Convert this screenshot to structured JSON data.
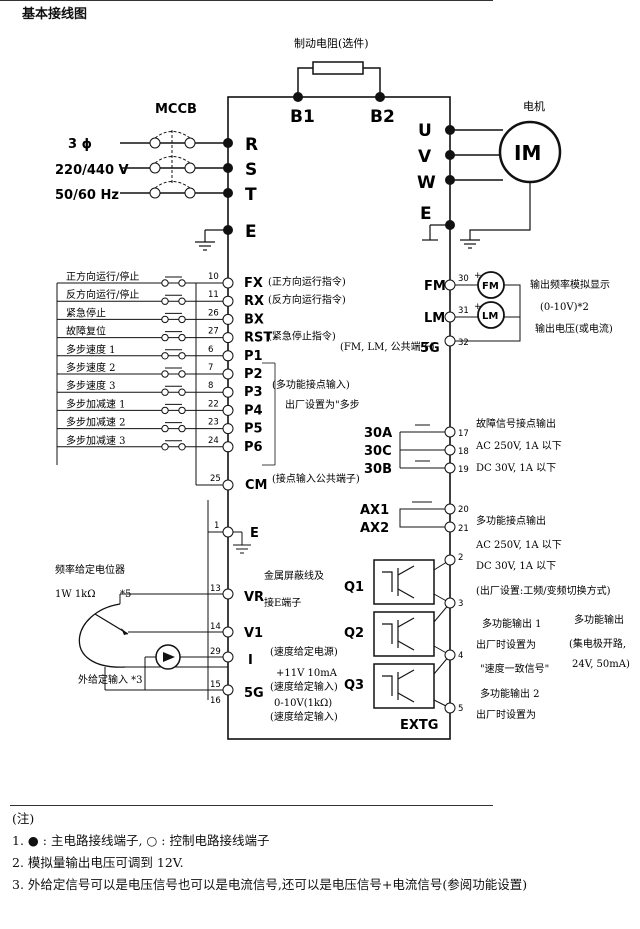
{
  "header": {
    "title": "基本接线图"
  },
  "brake_resistor": {
    "label": "制动电阻(选件)",
    "b1": "B1",
    "b2": "B2"
  },
  "motor": {
    "label": "电机",
    "name": "IM",
    "terminals": [
      "U",
      "V",
      "W",
      "E"
    ]
  },
  "power_input": {
    "breaker": "MCCB",
    "phase": "3 ϕ",
    "voltage": "220/440 V",
    "frequency": "50/60 Hz",
    "terminals": [
      "R",
      "S",
      "T",
      "E"
    ]
  },
  "control_inputs": [
    {
      "desc": "正方向运行/停止",
      "num": "10",
      "name": "FX",
      "note": "(正方向运行指令)"
    },
    {
      "desc": "反方向运行/停止",
      "num": "11",
      "name": "RX",
      "note": "(反方向运行指令)"
    },
    {
      "desc": "紧急停止",
      "num": "26",
      "name": "BX",
      "note": ""
    },
    {
      "desc": "故障复位",
      "num": "27",
      "name": "RST",
      "note": "(紧急停止指令)"
    },
    {
      "desc": "多步速度 1",
      "num": "6",
      "name": "P1",
      "note": ""
    },
    {
      "desc": "多步速度 2",
      "num": "7",
      "name": "P2",
      "note": ""
    },
    {
      "desc": "多步速度 3",
      "num": "8",
      "name": "P3",
      "note": ""
    },
    {
      "desc": "多步加减速 1",
      "num": "22",
      "name": "P4",
      "note": ""
    },
    {
      "desc": "多步加减速 2",
      "num": "23",
      "name": "P5",
      "note": ""
    },
    {
      "desc": "多步加减速 3",
      "num": "24",
      "name": "P6",
      "note": ""
    }
  ],
  "multi_input_note": [
    "(多功能接点输入)",
    "出厂设置为\"多步"
  ],
  "cm": {
    "num": "25",
    "name": "CM",
    "note": "(接点输入公共端子)"
  },
  "ground_e": {
    "num": "1",
    "name": "E"
  },
  "analog_out": {
    "fm": {
      "name": "FM",
      "num": "30",
      "meter": "FM"
    },
    "lm": {
      "name": "LM",
      "num": "31",
      "meter": "LM"
    },
    "sg": {
      "name": "5G",
      "num": "32"
    },
    "common_note": "(FM, LM, 公共端子)",
    "desc": [
      "输出频率模拟显示",
      "(0-10V)*2",
      "输出电压(或电流)"
    ]
  },
  "fault_relay": {
    "terminals": [
      {
        "name": "30A",
        "num": "17"
      },
      {
        "name": "30C",
        "num": "18"
      },
      {
        "name": "30B",
        "num": "19"
      }
    ],
    "desc": [
      "故障信号接点输出",
      "AC 250V, 1A 以下",
      "DC  30V, 1A 以下"
    ]
  },
  "multi_relay": {
    "terminals": [
      {
        "name": "AX1",
        "num": "20"
      },
      {
        "name": "AX2",
        "num": "21"
      }
    ],
    "desc": [
      "多功能接点输出",
      "AC 250V, 1A 以下",
      "DC  30V, 1A 以下",
      "(出厂设置:工频/变频切换方式)"
    ]
  },
  "potentiometer": {
    "label": "频率给定电位器",
    "spec": "1W 1kΩ",
    "mark": "*5",
    "external": "外给定输入 *3"
  },
  "analog_in": [
    {
      "num": "13",
      "name": "VR"
    },
    {
      "num": "14",
      "name": "V1"
    },
    {
      "num": "29",
      "name": "I"
    },
    {
      "num": "15",
      "name": "5G"
    },
    {
      "num": "16",
      "name": ""
    }
  ],
  "analog_in_notes": [
    "金属屏蔽线及",
    "接E端子",
    "(速度给定电源)",
    "+11V 10mA",
    "(速度给定输入)",
    "0-10V(1kΩ)",
    "(速度给定输入)"
  ],
  "open_collector": {
    "transistors": [
      "Q1",
      "Q2",
      "Q3"
    ],
    "nums": [
      "2",
      "3",
      "4",
      "5"
    ],
    "common": "EXTG",
    "notes": [
      "多功能输出 1",
      "出厂时设置为",
      "\"速度一致信号\"",
      "多功能输出 2",
      "出厂时设置为"
    ],
    "side": [
      "多功能输出",
      "(集电极开路,",
      "24V, 50mA)"
    ]
  },
  "notes": {
    "title": "(注)",
    "items": [
      "1.  ● : 主电路接线端子,   ○ : 控制电路接线端子",
      "2.  模拟量输出电压可调到 12V.",
      "3.  外给定信号可以是电压信号也可以是电流信号,还可以是电压信号+电流信号(参阅功能设置)"
    ]
  }
}
